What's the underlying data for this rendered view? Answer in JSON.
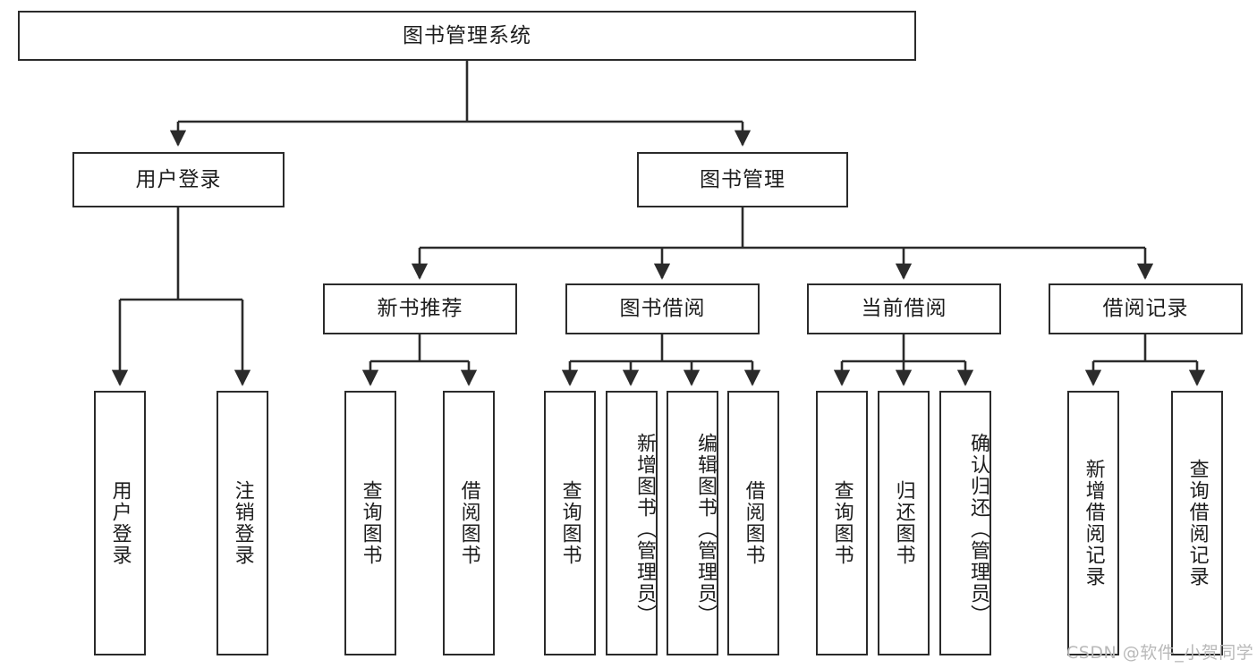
{
  "diagram": {
    "title": "图书管理系统",
    "type": "hierarchy-tree",
    "watermark": "CSDN @软件_小贺同学",
    "colors": {
      "box_border": "#2b2b2b",
      "box_fill": "#ffffff",
      "edge": "#2b2b2b",
      "text": "#1d1d1d",
      "watermark": "#b9b9b9"
    },
    "nodes": {
      "root": {
        "label": "图书管理系统",
        "level": 0,
        "orientation": "horizontal"
      },
      "l1": [
        {
          "id": "user-login",
          "label": "用户登录",
          "level": 1,
          "orientation": "horizontal"
        },
        {
          "id": "book-manage",
          "label": "图书管理",
          "level": 1,
          "orientation": "horizontal"
        }
      ],
      "l2": [
        {
          "id": "new-book-rec",
          "label": "新书推荐",
          "level": 2,
          "orientation": "horizontal"
        },
        {
          "id": "book-borrow",
          "label": "图书借阅",
          "level": 2,
          "orientation": "horizontal"
        },
        {
          "id": "current-borrow",
          "label": "当前借阅",
          "level": 2,
          "orientation": "horizontal"
        },
        {
          "id": "borrow-record",
          "label": "借阅记录",
          "level": 2,
          "orientation": "horizontal"
        }
      ],
      "leaves": [
        {
          "id": "leaf-user-login",
          "label": "用户登录",
          "parent": "user-login",
          "orientation": "vertical"
        },
        {
          "id": "leaf-user-logout",
          "label": "注销登录",
          "parent": "user-login",
          "orientation": "vertical"
        },
        {
          "id": "leaf-rec-query-book",
          "label": "查询图书",
          "parent": "new-book-rec",
          "orientation": "vertical"
        },
        {
          "id": "leaf-rec-borrow-book",
          "label": "借阅图书",
          "parent": "new-book-rec",
          "orientation": "vertical"
        },
        {
          "id": "leaf-borrow-query-book",
          "label": "查询图书",
          "parent": "book-borrow",
          "orientation": "vertical"
        },
        {
          "id": "leaf-borrow-add-book",
          "label": "新增图书（管理员）",
          "parent": "book-borrow",
          "orientation": "vertical"
        },
        {
          "id": "leaf-borrow-edit-book",
          "label": "编辑图书（管理员）",
          "parent": "book-borrow",
          "orientation": "vertical"
        },
        {
          "id": "leaf-borrow-borrow-book",
          "label": "借阅图书",
          "parent": "book-borrow",
          "orientation": "vertical"
        },
        {
          "id": "leaf-cur-query-book",
          "label": "查询图书",
          "parent": "current-borrow",
          "orientation": "vertical"
        },
        {
          "id": "leaf-cur-return-book",
          "label": "归还图书",
          "parent": "current-borrow",
          "orientation": "vertical"
        },
        {
          "id": "leaf-cur-confirm-return",
          "label": "确认归还（管理员）",
          "parent": "current-borrow",
          "orientation": "vertical"
        },
        {
          "id": "leaf-rec-add-record",
          "label": "新增借阅记录",
          "parent": "borrow-record",
          "orientation": "vertical"
        },
        {
          "id": "leaf-rec-query-record",
          "label": "查询借阅记录",
          "parent": "borrow-record",
          "orientation": "vertical"
        }
      ]
    }
  }
}
